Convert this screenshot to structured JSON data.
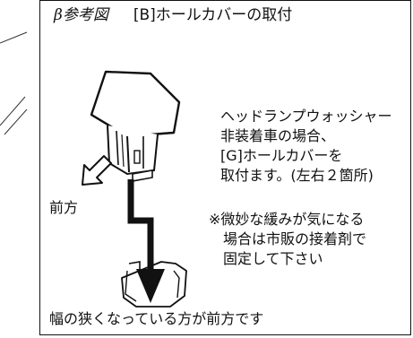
{
  "title": {
    "prefix": "β参考図",
    "text": "[B]ホールカバーの取付"
  },
  "description": [
    "ヘッドランプウォッシャー",
    "非装着車の場合、",
    "[G]ホールカバーを",
    "取付ます。(左右２箇所)"
  ],
  "direction_label": "前方",
  "note": {
    "line1": "※微妙な緩みが気になる",
    "line2": "場合は市販の接着剤で",
    "line3": "固定して下さい"
  },
  "footer": "幅の狭くなっている方が前方です",
  "icons": {
    "cover_part": "hole-cover-icon",
    "bumper_hole": "bumper-hole-icon",
    "front_arrow": "front-arrow-icon",
    "insert_arrow": "insert-arrow-icon"
  }
}
